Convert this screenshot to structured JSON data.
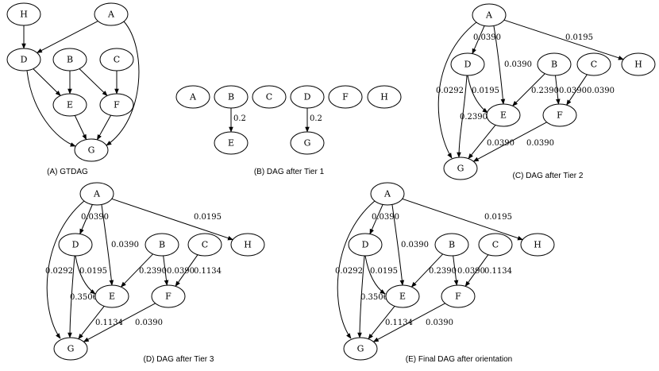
{
  "panels": [
    {
      "id": "A",
      "caption": "(A) GTDAG",
      "nodes": [
        "H",
        "A",
        "D",
        "B",
        "C",
        "E",
        "F",
        "G"
      ],
      "edges": [
        {
          "from": "H",
          "to": "D"
        },
        {
          "from": "A",
          "to": "D"
        },
        {
          "from": "A",
          "to": "G"
        },
        {
          "from": "D",
          "to": "E"
        },
        {
          "from": "D",
          "to": "G"
        },
        {
          "from": "B",
          "to": "E"
        },
        {
          "from": "B",
          "to": "F"
        },
        {
          "from": "C",
          "to": "F"
        },
        {
          "from": "E",
          "to": "G"
        },
        {
          "from": "F",
          "to": "G"
        }
      ]
    },
    {
      "id": "B",
      "caption": "(B) DAG after Tier 1",
      "nodes": [
        "A",
        "B",
        "C",
        "D",
        "F",
        "H",
        "E",
        "G"
      ],
      "edges": [
        {
          "from": "B",
          "to": "E",
          "label": "0.2"
        },
        {
          "from": "D",
          "to": "G",
          "label": "0.2"
        }
      ]
    },
    {
      "id": "C",
      "caption": "(C) DAG after Tier 2",
      "nodes": [
        "A",
        "D",
        "B",
        "C",
        "H",
        "E",
        "F",
        "G"
      ],
      "edges": [
        {
          "from": "A",
          "to": "D",
          "label": "0.0390"
        },
        {
          "from": "A",
          "to": "E",
          "label": "0.0390"
        },
        {
          "from": "A",
          "to": "H",
          "label": "0.0195"
        },
        {
          "from": "A",
          "to": "G",
          "label": "0.0292"
        },
        {
          "from": "D",
          "to": "E",
          "label": "0.0195"
        },
        {
          "from": "D",
          "to": "G",
          "label": "0.2390"
        },
        {
          "from": "B",
          "to": "E",
          "label": "0.2390"
        },
        {
          "from": "B",
          "to": "F",
          "label": "0.0390"
        },
        {
          "from": "C",
          "to": "F",
          "label": "0.0390"
        },
        {
          "from": "E",
          "to": "G",
          "label": "0.0390"
        },
        {
          "from": "F",
          "to": "G",
          "label": "0.0390"
        }
      ]
    },
    {
      "id": "D",
      "caption": "(D) DAG after Tier 3",
      "nodes": [
        "A",
        "D",
        "B",
        "C",
        "H",
        "E",
        "F",
        "G"
      ],
      "edges": [
        {
          "from": "A",
          "to": "D",
          "label": "0.0390"
        },
        {
          "from": "A",
          "to": "E",
          "label": "0.0390"
        },
        {
          "from": "A",
          "to": "H",
          "label": "0.0195"
        },
        {
          "from": "A",
          "to": "G",
          "label": "0.0292"
        },
        {
          "from": "D",
          "to": "E",
          "label": "0.0195"
        },
        {
          "from": "D",
          "to": "G",
          "label": "0.3506"
        },
        {
          "from": "B",
          "to": "E",
          "label": "0.2390"
        },
        {
          "from": "B",
          "to": "F",
          "label": "0.0390"
        },
        {
          "from": "C",
          "to": "F",
          "label": "0.1134"
        },
        {
          "from": "E",
          "to": "G",
          "label": "0.1134"
        },
        {
          "from": "F",
          "to": "G",
          "label": "0.0390"
        }
      ]
    },
    {
      "id": "E",
      "caption": "(E) Final DAG after orientation",
      "nodes": [
        "A",
        "D",
        "B",
        "C",
        "H",
        "E",
        "F",
        "G"
      ],
      "edges": [
        {
          "from": "A",
          "to": "D",
          "label": "0.0390"
        },
        {
          "from": "A",
          "to": "E",
          "label": "0.0390"
        },
        {
          "from": "A",
          "to": "H",
          "label": "0.0195"
        },
        {
          "from": "A",
          "to": "G",
          "label": "0.0292"
        },
        {
          "from": "D",
          "to": "E",
          "label": "0.0195"
        },
        {
          "from": "D",
          "to": "G",
          "label": "0.3506"
        },
        {
          "from": "B",
          "to": "E",
          "label": "0.2390"
        },
        {
          "from": "B",
          "to": "F",
          "label": "0.0390"
        },
        {
          "from": "C",
          "to": "F",
          "label": "0.1134"
        },
        {
          "from": "E",
          "to": "G",
          "label": "0.1134"
        },
        {
          "from": "F",
          "to": "G",
          "label": "0.0390"
        }
      ]
    }
  ]
}
